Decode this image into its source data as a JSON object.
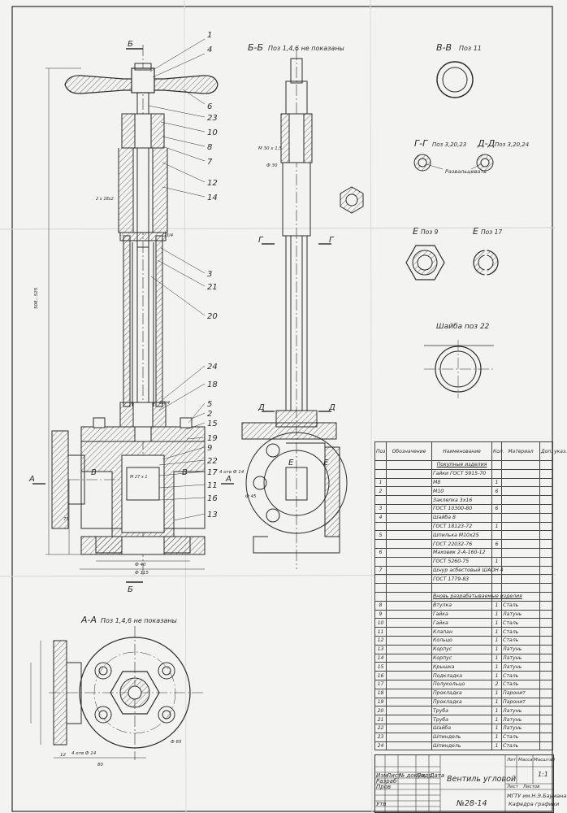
{
  "views": {
    "bb": "Б-Б",
    "bb_note": "Поз 1,4,6 не показаны",
    "vv": "В-В",
    "vv_pos": "Поз 11",
    "gg": "Г-Г",
    "gg_pos": "Поз 3,20,23",
    "dd": "Д-Д",
    "dd_pos": "Поз 3,20,24",
    "razv": "Развальцевать",
    "e": "Е",
    "e1_pos": "Поз 9",
    "e2_pos": "Поз 17",
    "shaiba": "Шайба поз 22",
    "aa": "А-А",
    "aa_note": "Поз 1,4,6 не показаны"
  },
  "markers": {
    "b": "Б",
    "a": "А",
    "v": "В",
    "g": "Г",
    "d": "Д",
    "e": "Е"
  },
  "callouts": [
    "1",
    "4",
    "6",
    "23",
    "10",
    "8",
    "7",
    "12",
    "14",
    "3",
    "21",
    "20",
    "24",
    "18",
    "5",
    "2",
    "15",
    "19",
    "9",
    "22",
    "17",
    "11",
    "16",
    "13"
  ],
  "dims": {
    "d1": "M 30 x 1,5",
    "d2": "Ф 30",
    "d3": "Ф 45",
    "d4": "Ф 40",
    "d5": "Ф 115",
    "d6": "Ф 85",
    "d7": "4 отв Ф 14",
    "d8": "4 отв Ф 14",
    "d9": "G3/4",
    "d10": "G3/4",
    "d11": "M 27 x 1",
    "d12": "2 x 18x2",
    "d13": "12",
    "d14": "80",
    "d15": "75",
    "d16": "508...525"
  },
  "spec": {
    "headers": [
      "Поз",
      "Обозначение",
      "Наименование",
      "Кол.",
      "Материал",
      "Доп. указ."
    ],
    "section1": "Покупные изделия",
    "section2": "Вновь разрабатываемые изделия",
    "rows1": [
      {
        "p": "",
        "o": "",
        "n": "Гайки ГОСТ 5915-70",
        "k": "",
        "m": ""
      },
      {
        "p": "1",
        "o": "",
        "n": "М8",
        "k": "1",
        "m": ""
      },
      {
        "p": "2",
        "o": "",
        "n": "М10",
        "k": "6",
        "m": ""
      },
      {
        "p": "",
        "o": "",
        "n": "Заклепка 3х16",
        "k": "",
        "m": ""
      },
      {
        "p": "3",
        "o": "",
        "n": "ГОСТ 10300-80",
        "k": "6",
        "m": ""
      },
      {
        "p": "4",
        "o": "",
        "n": "Шайба 8",
        "k": "",
        "m": ""
      },
      {
        "p": "",
        "o": "",
        "n": "ГОСТ 18123-72",
        "k": "1",
        "m": ""
      },
      {
        "p": "5",
        "o": "",
        "n": "Шпилька М10х25",
        "k": "",
        "m": ""
      },
      {
        "p": "",
        "o": "",
        "n": "ГОСТ 22032-76",
        "k": "6",
        "m": ""
      },
      {
        "p": "6",
        "o": "",
        "n": "Маховик 2-А-160-12",
        "k": "",
        "m": ""
      },
      {
        "p": "",
        "o": "",
        "n": "ГОСТ 5260-75",
        "k": "1",
        "m": ""
      },
      {
        "p": "7",
        "o": "",
        "n": "Шнур асбестовый ШАОН 4",
        "k": "",
        "m": ""
      },
      {
        "p": "",
        "o": "",
        "n": "ГОСТ 1779-83",
        "k": "",
        "m": ""
      }
    ],
    "rows2": [
      {
        "p": "8",
        "o": "",
        "n": "Втулка",
        "k": "1",
        "m": "Сталь"
      },
      {
        "p": "9",
        "o": "",
        "n": "Гайка",
        "k": "1",
        "m": "Латунь"
      },
      {
        "p": "10",
        "o": "",
        "n": "Гайка",
        "k": "1",
        "m": "Сталь"
      },
      {
        "p": "11",
        "o": "",
        "n": "Клапан",
        "k": "1",
        "m": "Сталь"
      },
      {
        "p": "12",
        "o": "",
        "n": "Кольцо",
        "k": "1",
        "m": "Сталь"
      },
      {
        "p": "13",
        "o": "",
        "n": "Корпус",
        "k": "1",
        "m": "Латунь"
      },
      {
        "p": "14",
        "o": "",
        "n": "Корпус",
        "k": "1",
        "m": "Латунь"
      },
      {
        "p": "15",
        "o": "",
        "n": "Крышка",
        "k": "1",
        "m": "Латунь"
      },
      {
        "p": "16",
        "o": "",
        "n": "Подкладка",
        "k": "1",
        "m": "Сталь"
      },
      {
        "p": "17",
        "o": "",
        "n": "Полукольцо",
        "k": "2",
        "m": "Сталь"
      },
      {
        "p": "18",
        "o": "",
        "n": "Прокладка",
        "k": "1",
        "m": "Паронит"
      },
      {
        "p": "19",
        "o": "",
        "n": "Прокладка",
        "k": "1",
        "m": "Паронит"
      },
      {
        "p": "20",
        "o": "",
        "n": "Труба",
        "k": "1",
        "m": "Латунь"
      },
      {
        "p": "21",
        "o": "",
        "n": "Труба",
        "k": "1",
        "m": "Латунь"
      },
      {
        "p": "22",
        "o": "",
        "n": "Шайба",
        "k": "1",
        "m": "Латунь"
      },
      {
        "p": "23",
        "o": "",
        "n": "Шпиндель",
        "k": "1",
        "m": "Сталь"
      },
      {
        "p": "24",
        "o": "",
        "n": "Шпиндель",
        "k": "1",
        "m": "Сталь"
      }
    ]
  },
  "titleblock": {
    "name": "Вентиль угловой",
    "code": "№28-14",
    "lit": "Лит",
    "massa": "Масса",
    "masshtab": "Масштаб",
    "scale": "1:1",
    "list": "Лист",
    "listov": "Листов",
    "org1": "МГТУ им.Н.Э.Баумана",
    "org2": "Кафедра графики",
    "izm": "Изм",
    "listc": "Лист",
    "ndok": "№ докум",
    "podp": "Подп",
    "data": "Дата",
    "razrab": "Разраб",
    "prov": "Пров",
    "utv": "Утв"
  }
}
